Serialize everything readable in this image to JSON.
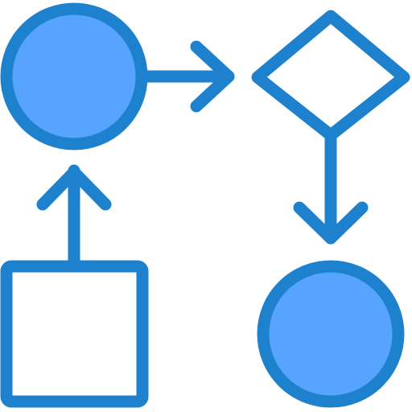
{
  "icon": {
    "name": "process-flowchart-icon",
    "colors": {
      "stroke": "#1E81CE",
      "fill": "#57A4FF",
      "background": "#FFFFFF"
    },
    "nodes": [
      {
        "id": "start-circle",
        "shape": "circle",
        "filled": true
      },
      {
        "id": "decision-diamond",
        "shape": "diamond",
        "filled": false
      },
      {
        "id": "end-circle",
        "shape": "circle",
        "filled": true
      },
      {
        "id": "process-square",
        "shape": "square",
        "filled": false
      }
    ],
    "connections": [
      {
        "from": "start-circle",
        "to": "decision-diamond",
        "direction": "right"
      },
      {
        "from": "decision-diamond",
        "to": "end-circle",
        "direction": "down"
      },
      {
        "from": "process-square",
        "to": "start-circle",
        "direction": "up"
      }
    ]
  }
}
